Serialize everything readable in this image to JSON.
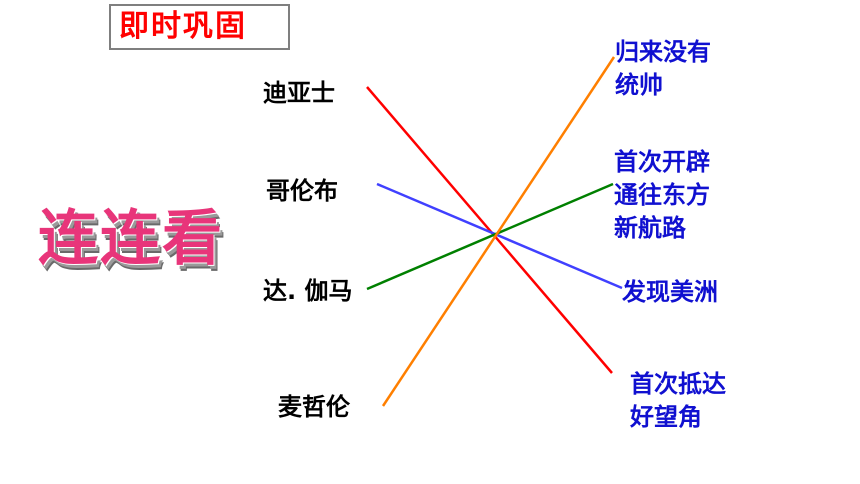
{
  "slide": {
    "heading": "即时巩固",
    "wordart": "连连看"
  },
  "left_items": [
    {
      "label": "迪亚士"
    },
    {
      "label": "哥伦布"
    },
    {
      "label": "达. 伽马"
    },
    {
      "label": "麦哲伦"
    }
  ],
  "right_items": [
    {
      "lines": [
        "归来没有",
        "统帅"
      ]
    },
    {
      "lines": [
        "首次开辟",
        "通往东方",
        "新航路"
      ]
    },
    {
      "lines": [
        "发现美洲"
      ]
    },
    {
      "lines": [
        "首次抵达",
        "好望角"
      ]
    }
  ],
  "connections": [
    {
      "from": "迪亚士",
      "to": "首次抵达好望角",
      "color": "#ff0000"
    },
    {
      "from": "哥伦布",
      "to": "发现美洲",
      "color": "#4040ff"
    },
    {
      "from": "达. 伽马",
      "to": "首次开辟通往东方新航路",
      "color": "#008000"
    },
    {
      "from": "麦哲伦",
      "to": "归来没有统帅",
      "color": "#ff7f00"
    }
  ],
  "colors": {
    "heading_text": "#ff0000",
    "wordart": "#e8357a",
    "right_text": "#1010d0"
  }
}
